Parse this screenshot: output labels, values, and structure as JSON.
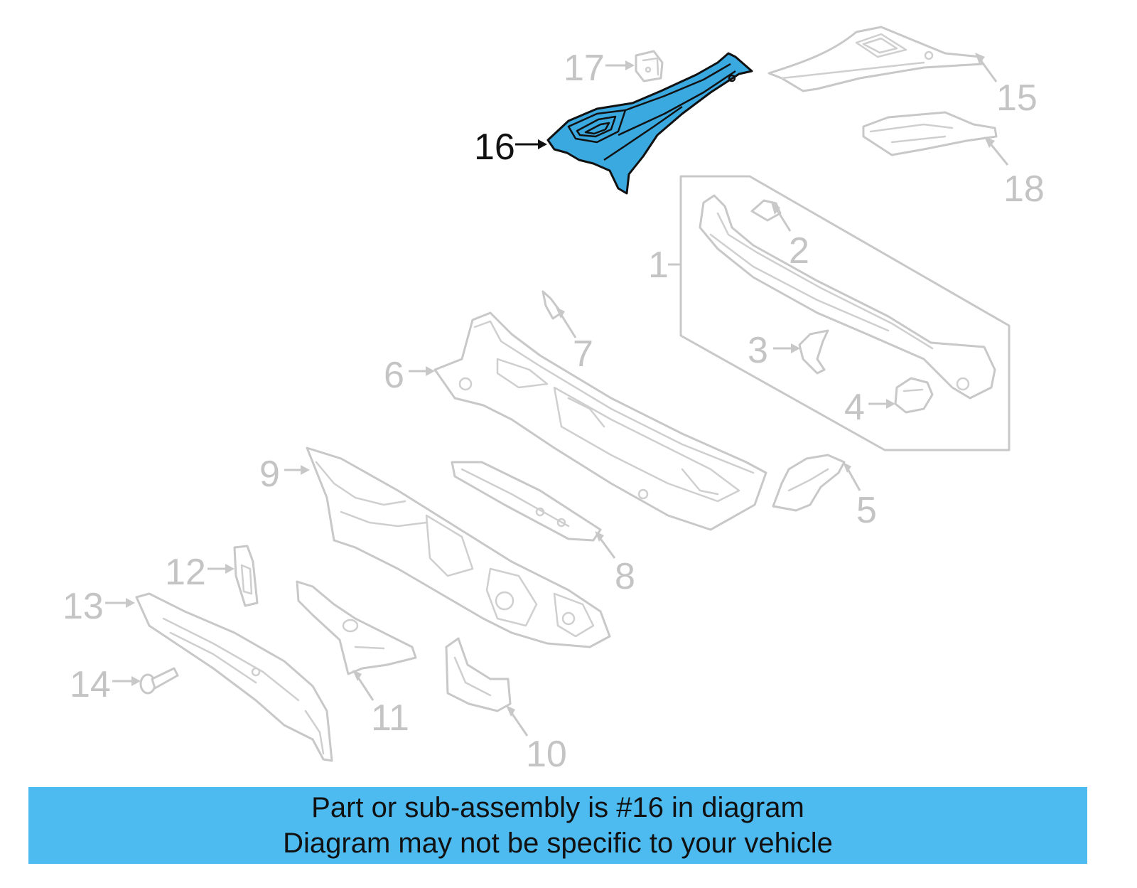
{
  "diagram": {
    "highlighted_part": "16",
    "callouts": [
      "1",
      "2",
      "3",
      "4",
      "5",
      "6",
      "7",
      "8",
      "9",
      "10",
      "11",
      "12",
      "13",
      "14",
      "15",
      "16",
      "17",
      "18"
    ],
    "colors": {
      "highlight_fill": "#3aa9e0",
      "highlight_outline": "#111111",
      "parts_outline": "#c8c8c8"
    }
  },
  "banner": {
    "line1": "Part or sub-assembly is #16 in diagram",
    "line2": "Diagram may not be specific to your vehicle",
    "background": "#4dbaf0"
  }
}
